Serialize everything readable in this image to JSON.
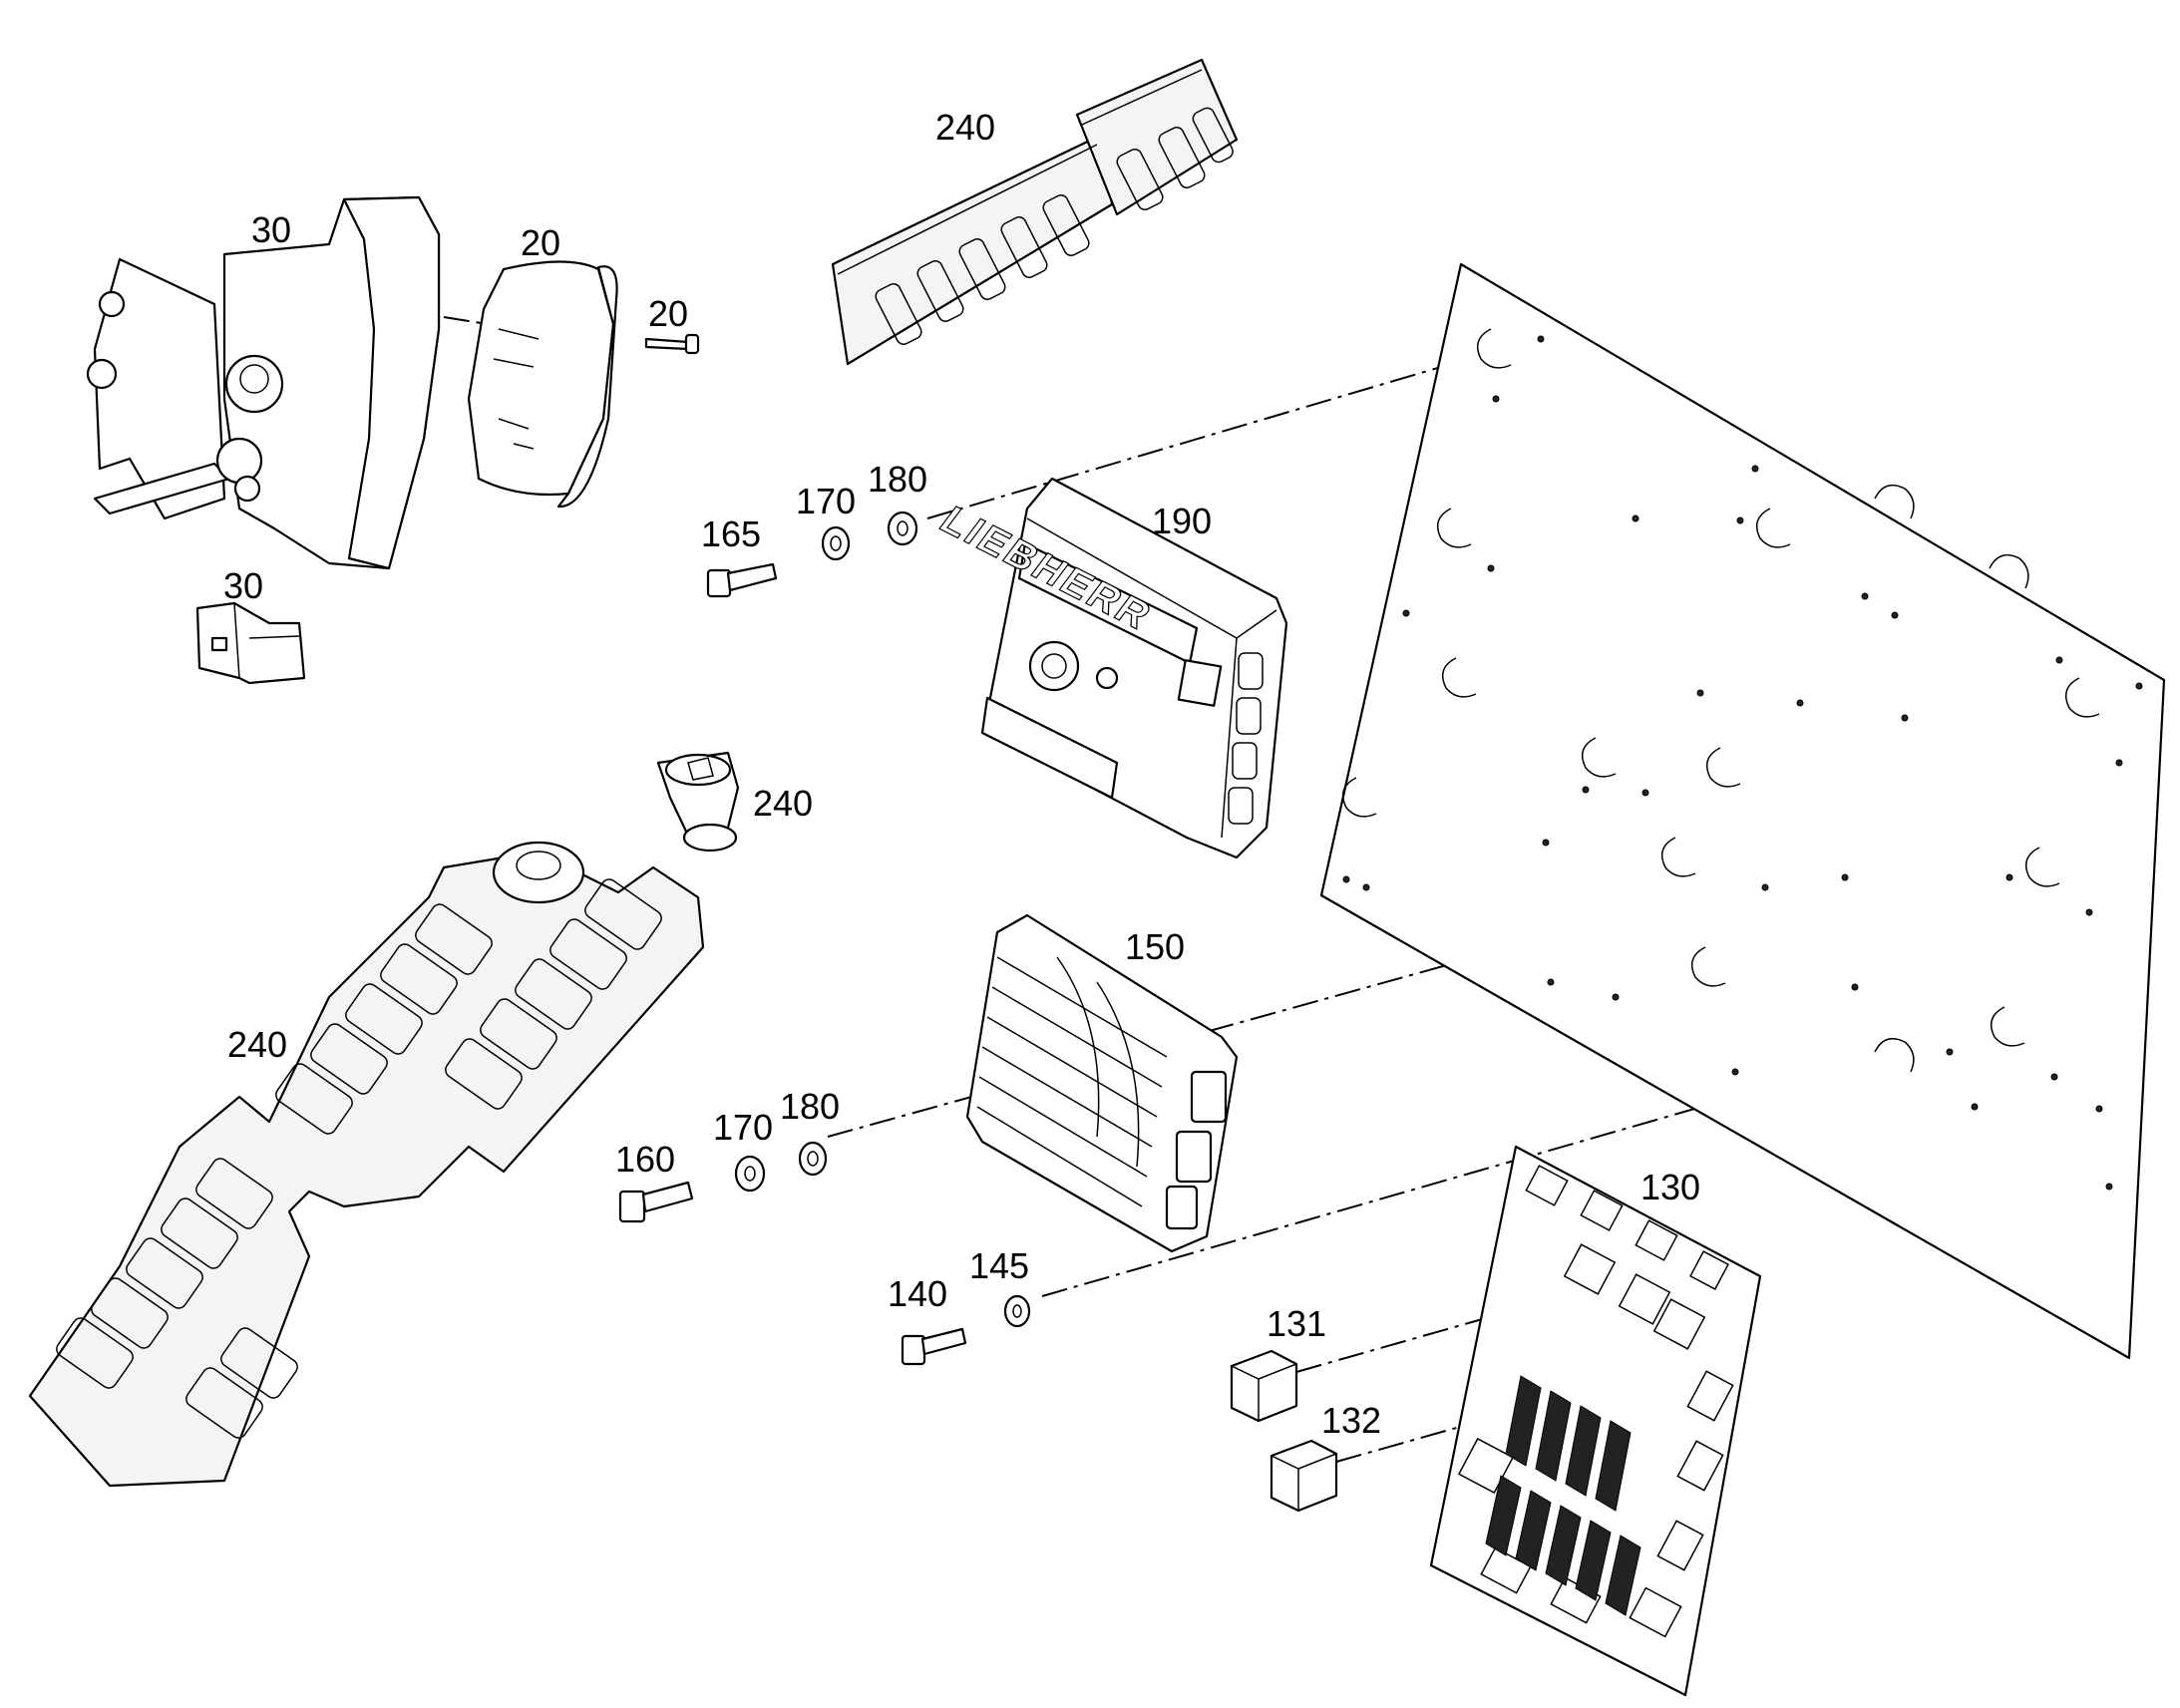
{
  "diagram": {
    "callouts": {
      "c240_top": "240",
      "c30_top": "30",
      "c20_a": "20",
      "c20_b": "20",
      "c30_bottom": "30",
      "c165": "165",
      "c170_a": "170",
      "c180_a": "180",
      "c190": "190",
      "c240_mid": "240",
      "c150": "150",
      "c240_left": "240",
      "c160": "160",
      "c170_b": "170",
      "c180_b": "180",
      "c130": "130",
      "c140": "140",
      "c145": "145",
      "c131": "131",
      "c132": "132"
    },
    "logo_text": "LIEBHERR"
  },
  "colors": {
    "line": "#000000",
    "background": "#ffffff"
  }
}
